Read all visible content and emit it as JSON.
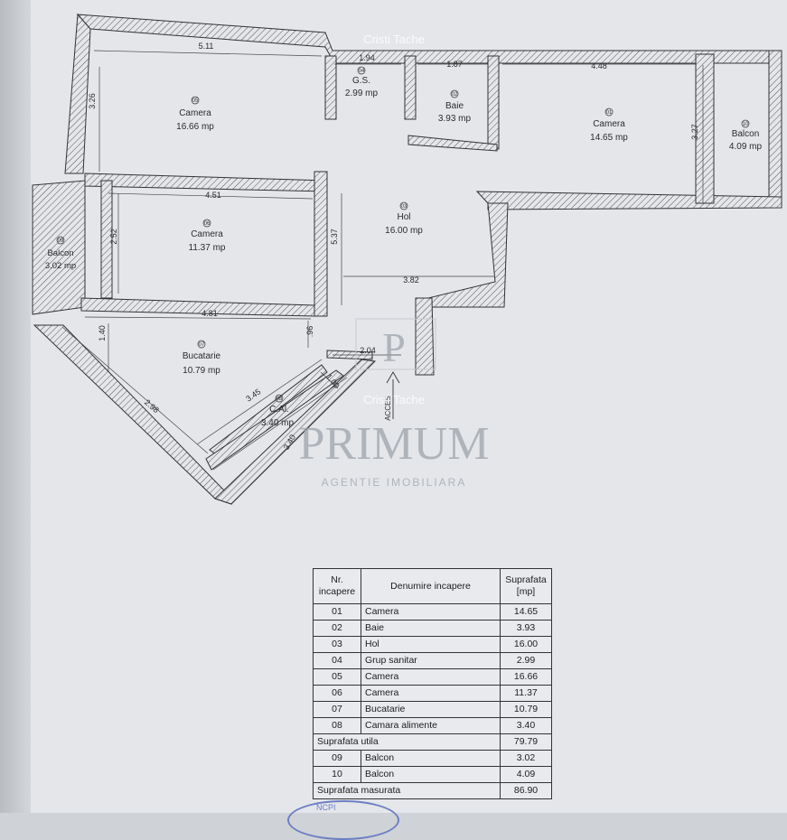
{
  "watermark": "Cristi Tache",
  "brand": {
    "logo_letter": "P",
    "name": "PRIMUM",
    "tagline": "AGENTIE IMOBILIARA"
  },
  "access_label": "ACCES",
  "rooms": [
    {
      "num": "01",
      "name": "Camera",
      "area": "14.65 mp"
    },
    {
      "num": "02",
      "name": "Baie",
      "area": "3.93 mp"
    },
    {
      "num": "03",
      "name": "Hol",
      "area": "16.00 mp"
    },
    {
      "num": "04",
      "name": "G.S.",
      "area": "2.99 mp"
    },
    {
      "num": "05",
      "name": "Camera",
      "area": "16.66 mp"
    },
    {
      "num": "06",
      "name": "Camera",
      "area": "11.37 mp"
    },
    {
      "num": "07",
      "name": "Bucatarie",
      "area": "10.79 mp"
    },
    {
      "num": "08",
      "name": "C.Al.",
      "area": "3.40 mp"
    },
    {
      "num": "09",
      "name": "Balcon",
      "area": "3.02 mp"
    },
    {
      "num": "10",
      "name": "Balcon",
      "area": "4.09 mp"
    }
  ],
  "dimensions": {
    "d511": "5.11",
    "d194": "1.94",
    "d187": "1.87",
    "d448": "4.48",
    "d326": "3.26",
    "d327": "3.27",
    "d451": "4.51",
    "d252": "2.52",
    "d537": "5.37",
    "d382": "3.82",
    "d481": "4.81",
    "d140": "1.40",
    "d96": ".96",
    "d204": "2.04",
    "d345": "3.45",
    "d100": "1.00",
    "d298": "2.98",
    "d340": "3.40"
  },
  "table": {
    "headers": [
      "Nr. incapere",
      "Denumire incapere",
      "Suprafata [mp]"
    ],
    "rows": [
      [
        "01",
        "Camera",
        "14.65"
      ],
      [
        "02",
        "Baie",
        "3.93"
      ],
      [
        "03",
        "Hol",
        "16.00"
      ],
      [
        "04",
        "Grup sanitar",
        "2.99"
      ],
      [
        "05",
        "Camera",
        "16.66"
      ],
      [
        "06",
        "Camera",
        "11.37"
      ],
      [
        "07",
        "Bucatarie",
        "10.79"
      ],
      [
        "08",
        "Camara alimente",
        "3.40"
      ]
    ],
    "util_label": "Suprafata utila",
    "util_value": "79.79",
    "balcony_rows": [
      [
        "09",
        "Balcon",
        "3.02"
      ],
      [
        "10",
        "Balcon",
        "4.09"
      ]
    ],
    "total_label": "Suprafata masurata",
    "total_value": "86.90"
  },
  "stamp_text": "NCPI"
}
